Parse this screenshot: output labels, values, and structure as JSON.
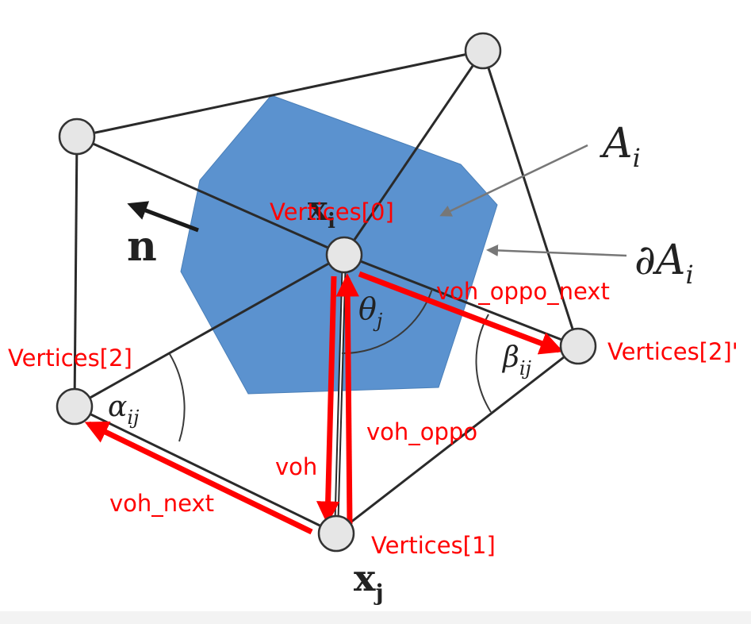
{
  "colors": {
    "voronoi_fill": "#5b92cf",
    "mesh_edge": "#2a2a2a",
    "vertex_fill": "#e6e6e6",
    "annotation": "#ff0000",
    "pointer": "#777777"
  },
  "math_labels": {
    "area": "A",
    "area_sub": "i",
    "boundary": "∂A",
    "boundary_sub": "i",
    "normal": "n",
    "center": "x",
    "center_sub": "i",
    "neighbor": "x",
    "neighbor_sub": "j",
    "theta": "θ",
    "theta_sub": "j",
    "alpha": "α",
    "alpha_sub": "ij",
    "beta": "β",
    "beta_sub": "ij"
  },
  "annotations": {
    "vertex0": "Vertices[0]",
    "vertex1": "Vertices[1]",
    "vertex2": "Vertices[2]",
    "vertex2_prime": "Vertices[2]'",
    "voh": "voh",
    "voh_next": "voh_next",
    "voh_oppo": "voh_oppo",
    "voh_oppo_next": "voh_oppo_next"
  }
}
